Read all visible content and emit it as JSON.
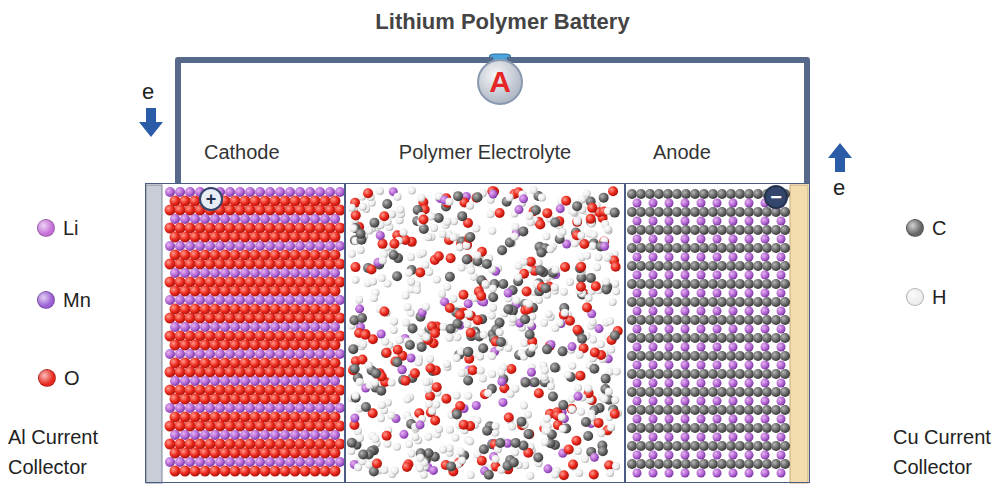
{
  "diagram": {
    "title": "Lithium Polymer Battery",
    "nodes": [
      {
        "text": [
          "A"
        ]
      },
      {
        "text": [
          "Cathode"
        ]
      },
      {
        "text": [
          "+"
        ],
        "in": 1
      },
      {
        "text": [
          "Polymer Electrolyte"
        ]
      },
      {
        "text": [
          "Anode"
        ]
      },
      {
        "text": [
          "−"
        ],
        "in": 4
      }
    ],
    "edges": [
      {
        "from": 1,
        "to": 0,
        "arrow": "none"
      },
      {
        "from": 0,
        "to": 4,
        "arrow": "none"
      }
    ],
    "labels": [
      "e",
      "e",
      "Al Current Collector",
      "Cu Current Collector"
    ],
    "legend": [
      {
        "text": "Li",
        "color": "#c56fd9"
      },
      {
        "text": "Mn",
        "color": "#9b5fd4"
      },
      {
        "text": "O",
        "color": "#e8281e"
      },
      {
        "text": "C",
        "color": "#666666"
      },
      {
        "text": "H",
        "color": "#eeeeee"
      }
    ]
  }
}
